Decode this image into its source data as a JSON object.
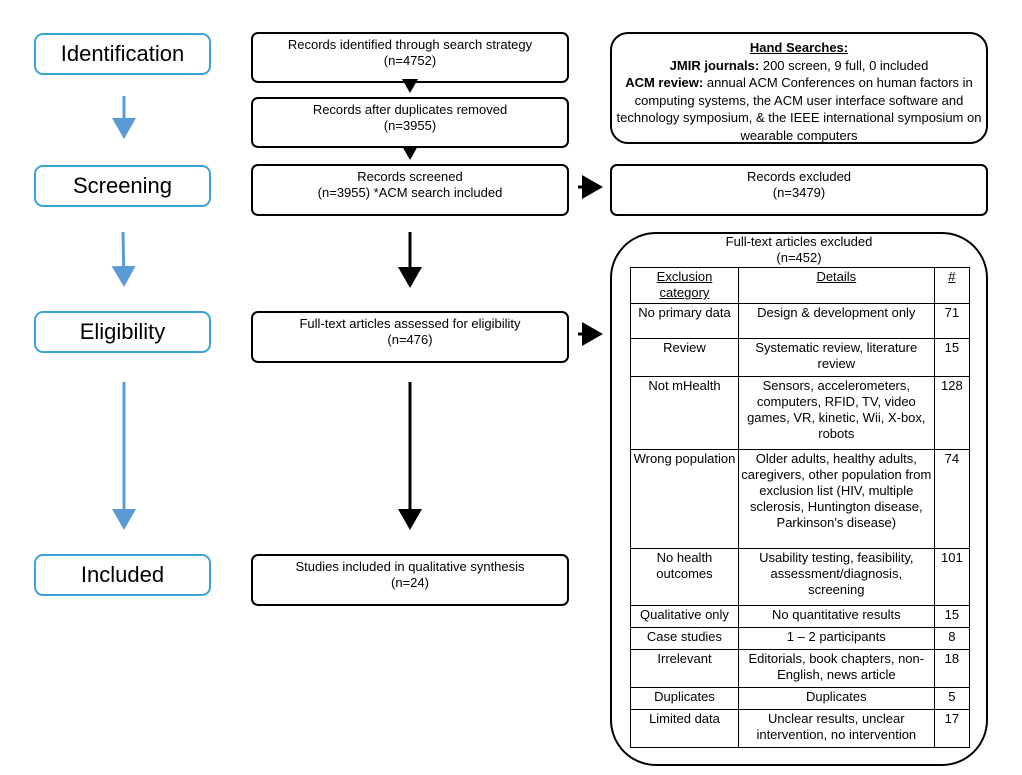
{
  "stages": {
    "identification": "Identification",
    "screening": "Screening",
    "eligibility": "Eligibility",
    "included": "Included"
  },
  "boxes": {
    "identified": {
      "line1": "Records identified through search strategy",
      "line2": "(n=4752)"
    },
    "duplicates_removed": {
      "line1": "Records after duplicates removed",
      "line2": "(n=3955)"
    },
    "screened": {
      "line1": "Records screened",
      "line2": "(n=3955) *ACM search included"
    },
    "excluded": {
      "line1": "Records excluded",
      "line2": "(n=3479)"
    },
    "assessed": {
      "line1": "Full-text articles assessed for eligibility",
      "line2": "(n=476)"
    },
    "included": {
      "line1": "Studies included in qualitative synthesis",
      "line2": "(n=24)"
    }
  },
  "hand_searches": {
    "title": "Hand Searches:",
    "jmir_label": "JMIR journals:",
    "jmir_text": " 200 screen, 9 full, 0 included",
    "acm_label": "ACM review:",
    "acm_text": " annual ACM Conferences on human factors in computing systems, the ACM user interface software and technology symposium, & the IEEE international symposium on wearable computers"
  },
  "fulltext_excluded": {
    "title": "Full-text articles excluded",
    "count": "(n=452)",
    "headers": {
      "category": "Exclusion category",
      "details": "Details",
      "count": "#"
    },
    "rows": [
      {
        "category": "No primary data",
        "details": "Design & development only",
        "count": "71"
      },
      {
        "category": "Review",
        "details": "Systematic review, literature review",
        "count": "15"
      },
      {
        "category": "Not mHealth",
        "details": "Sensors, accelerometers, computers, RFID, TV, video games, VR, kinetic, Wii, X-box, robots",
        "count": "128"
      },
      {
        "category": "Wrong population",
        "details": "Older adults, healthy adults, caregivers, other population from exclusion list (HIV, multiple sclerosis, Huntington disease, Parkinson's disease)",
        "count": "74"
      },
      {
        "category": "No health outcomes",
        "details": "Usability testing, feasibility, assessment/diagnosis, screening",
        "count": "101"
      },
      {
        "category": "Qualitative only",
        "details": "No quantitative results",
        "count": "15"
      },
      {
        "category": "Case studies",
        "details": "1 – 2 participants",
        "count": "8"
      },
      {
        "category": "Irrelevant",
        "details": "Editorials, book chapters, non-English, news article",
        "count": "18"
      },
      {
        "category": "Duplicates",
        "details": "Duplicates",
        "count": "5"
      },
      {
        "category": "Limited data",
        "details": "Unclear results, unclear intervention, no intervention",
        "count": "17"
      }
    ]
  },
  "colors": {
    "stage_border": "#3aa3dc",
    "stage_arrow": "#5b9bd5",
    "flow_arrow": "#000000"
  }
}
